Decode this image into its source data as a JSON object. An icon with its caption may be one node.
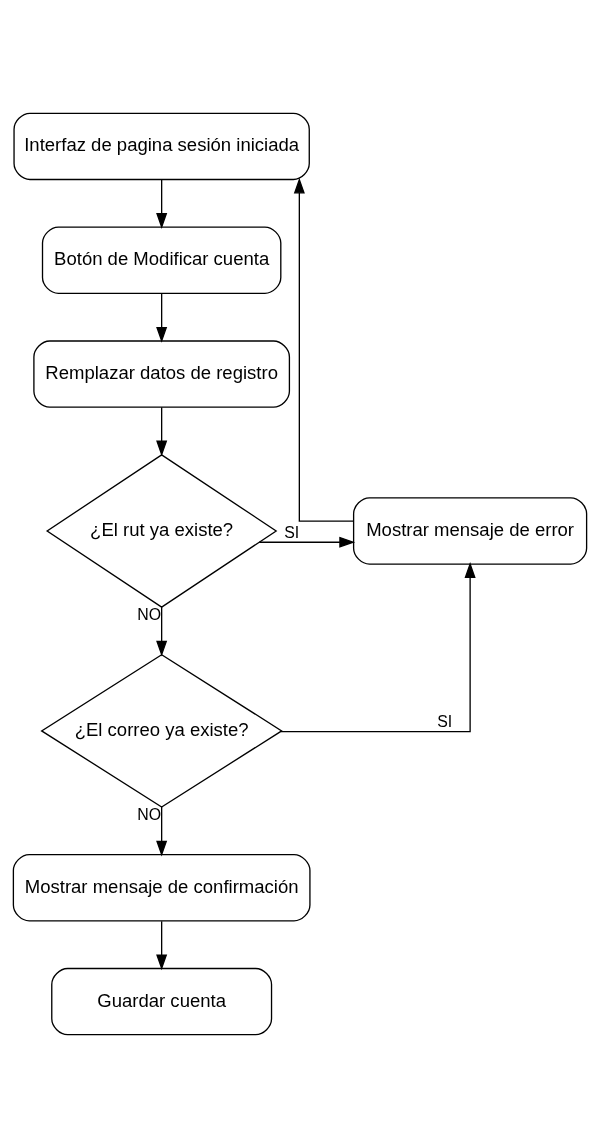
{
  "diagram": {
    "nodes": [
      {
        "text": [
          "Interfaz de pagina sesión iniciada"
        ]
      },
      {
        "text": [
          "Botón de Modificar cuenta"
        ]
      },
      {
        "text": [
          "Remplazar datos de registro"
        ]
      },
      {
        "text": [
          "¿El rut ya existe?"
        ]
      },
      {
        "text": [
          "Mostrar mensaje de error"
        ]
      },
      {
        "text": [
          "¿El correo ya existe?"
        ]
      },
      {
        "text": [
          "Mostrar mensaje de confirmación"
        ]
      },
      {
        "text": [
          "Guardar cuenta"
        ]
      }
    ],
    "edges": [
      {
        "from": 0,
        "to": 1,
        "arrow": "to"
      },
      {
        "from": 1,
        "to": 2,
        "arrow": "to"
      },
      {
        "from": 2,
        "to": 3,
        "arrow": "to"
      },
      {
        "from": 3,
        "to": 4,
        "arrow": "to",
        "label": "SI"
      },
      {
        "from": 3,
        "to": 5,
        "arrow": "to",
        "label": "NO"
      },
      {
        "from": 5,
        "to": 4,
        "arrow": "to",
        "label": "SI"
      },
      {
        "from": 5,
        "to": 6,
        "arrow": "to",
        "label": "NO"
      },
      {
        "from": 4,
        "to": 0,
        "arrow": "to"
      },
      {
        "from": 6,
        "to": 7,
        "arrow": "to"
      }
    ]
  }
}
